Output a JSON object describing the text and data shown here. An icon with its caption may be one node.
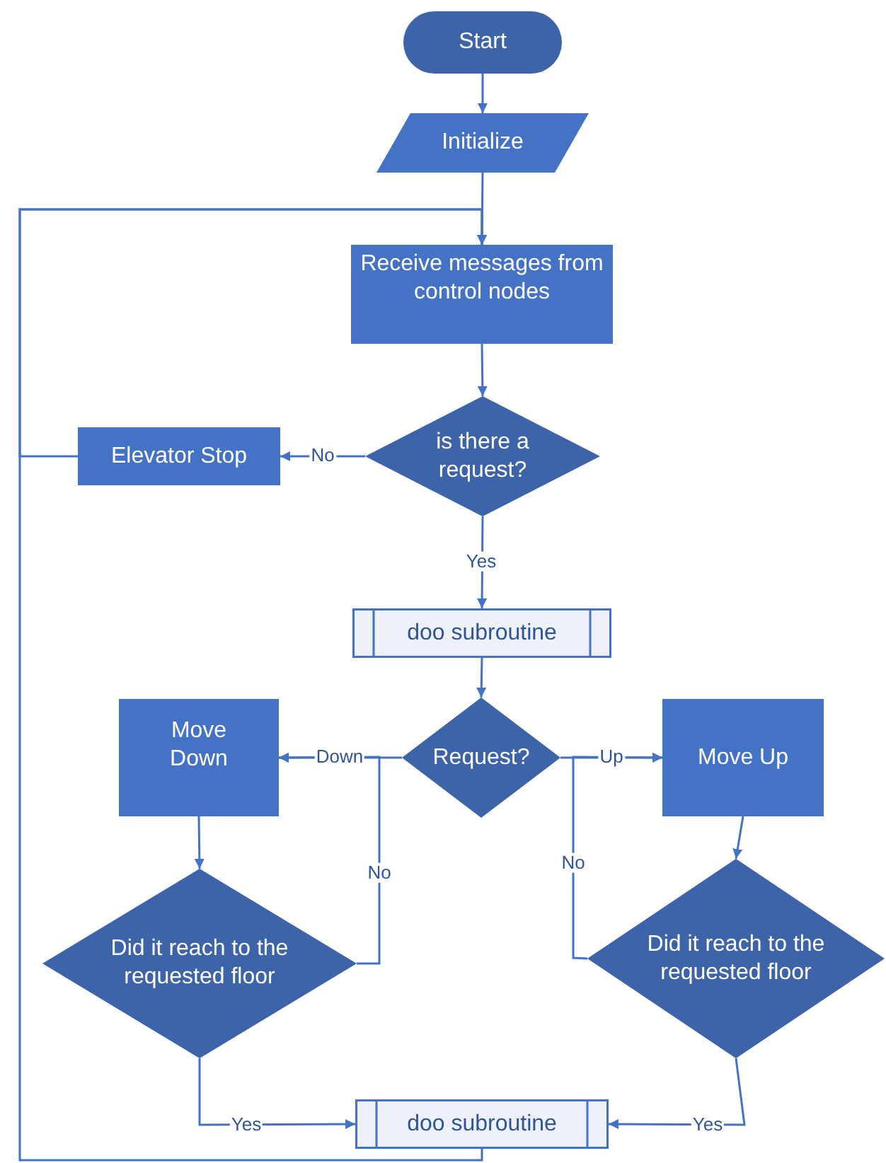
{
  "diagram": {
    "nodes": [
      {
        "text": [
          "Start"
        ]
      },
      {
        "text": [
          "Initialize"
        ]
      },
      {
        "text": [
          "Receive messages from control nodes"
        ]
      },
      {
        "text": [
          "is there a request?"
        ]
      },
      {
        "text": [
          "Elevator Stop"
        ]
      },
      {
        "text": [
          "doo subroutine"
        ]
      },
      {
        "text": [
          "Request?"
        ]
      },
      {
        "text": [
          "Move Down"
        ]
      },
      {
        "text": [
          "Move Up"
        ]
      },
      {
        "text": [
          "Did it reach to the requested floor"
        ]
      },
      {
        "text": [
          "Did it reach to the requested floor"
        ]
      },
      {
        "text": [
          "doo subroutine"
        ]
      }
    ],
    "edges": [
      {
        "from": 0,
        "to": 1,
        "arrow": "to"
      },
      {
        "from": 1,
        "to": 2,
        "arrow": "to"
      },
      {
        "from": 2,
        "to": 3,
        "arrow": "to"
      },
      {
        "from": 3,
        "to": 4,
        "arrow": "to",
        "label": "No"
      },
      {
        "from": 3,
        "to": 5,
        "arrow": "to",
        "label": "Yes"
      },
      {
        "from": 5,
        "to": 6,
        "arrow": "to"
      },
      {
        "from": 6,
        "to": 7,
        "arrow": "to",
        "label": "Down"
      },
      {
        "from": 6,
        "to": 8,
        "arrow": "to",
        "label": "Up"
      },
      {
        "from": 7,
        "to": 9,
        "arrow": "to"
      },
      {
        "from": 8,
        "to": 10,
        "arrow": "to"
      },
      {
        "from": 9,
        "to": 7,
        "arrow": "to",
        "label": "No"
      },
      {
        "from": 10,
        "to": 8,
        "arrow": "to",
        "label": "No"
      },
      {
        "from": 9,
        "to": 11,
        "arrow": "to",
        "label": "Yes"
      },
      {
        "from": 10,
        "to": 11,
        "arrow": "to",
        "label": "Yes"
      },
      {
        "from": 11,
        "to": 2,
        "arrow": "to"
      },
      {
        "from": 4,
        "to": 2,
        "arrow": "to"
      }
    ]
  }
}
